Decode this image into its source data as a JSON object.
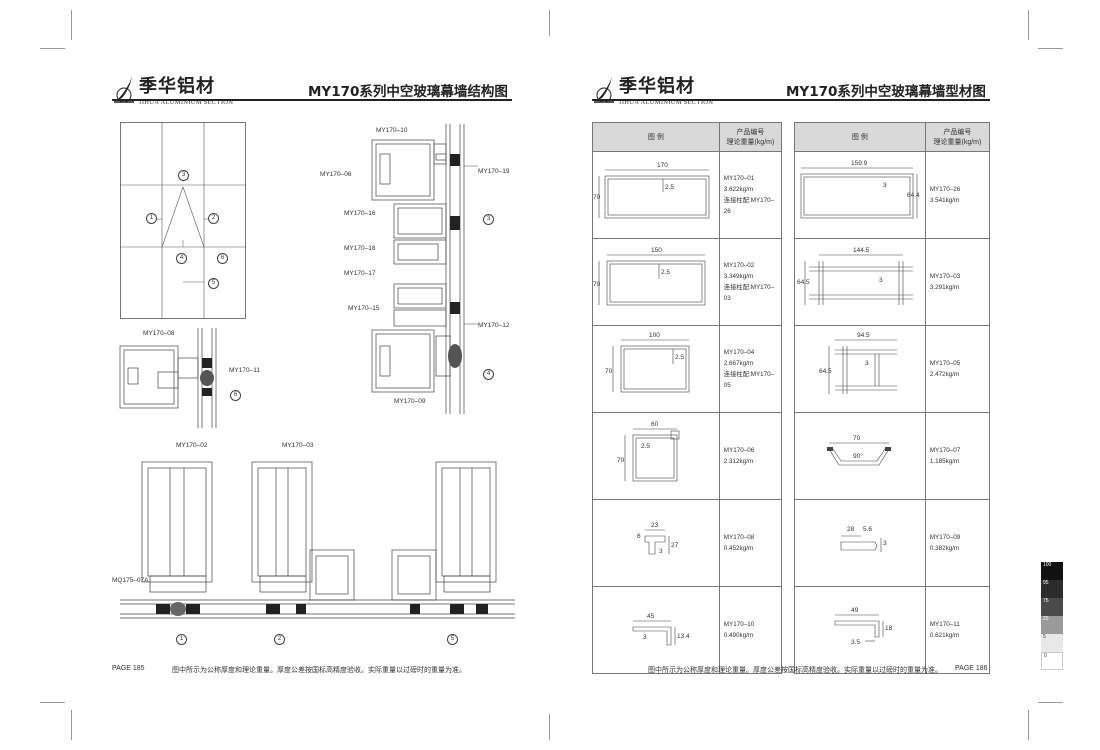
{
  "left": {
    "brand": {
      "name": "季华铝材",
      "sub": "JIHUA ALUMINIUM SECTION"
    },
    "title": "MY170系列中空玻璃幕墙结构图",
    "callouts": {
      "c1": "1",
      "c2": "2",
      "c3": "3",
      "c4": "4",
      "c5": "5",
      "c6": "6",
      "d3": "3",
      "d4": "4",
      "d6": "6",
      "b1": "1",
      "b2": "2",
      "b5": "5"
    },
    "labels": {
      "my170_10": "MY170–10",
      "my170_06": "MY170–06",
      "my170_19": "MY170–19",
      "my170_16": "MY170–16",
      "my170_18": "MY170–18",
      "my170_17": "MY170–17",
      "my170_15": "MY170–15",
      "my170_12": "MY170–12",
      "my170_09": "MY170–09",
      "my170_08": "MY170–08",
      "my170_11": "MY170–11",
      "my170_02": "MY170–02",
      "my170_03": "MY170–03",
      "mq175_07a": "MQ175–07A"
    },
    "page": "PAGE 185",
    "note": "图中所示为公称厚度和理论重量。厚度公差按国标高精度验收。实际重量以过磅时的重量为准。"
  },
  "right": {
    "brand": {
      "name": "季华铝材",
      "sub": "JIHUA ALUMINIUM SECTION"
    },
    "title": "MY170系列中空玻璃幕墙型材图",
    "headers": {
      "legend": "图  例",
      "code": "产品编号",
      "weight": "理论重量(kg/m)"
    },
    "rows_left": [
      {
        "code": "MY170–01",
        "weight": "3.622kg/m",
        "conn": "连接柱配:MY170–26",
        "dims": [
          "170",
          "70",
          "2.5"
        ]
      },
      {
        "code": "MY170–02",
        "weight": "3.349kg/m",
        "conn": "连接柱配:MY170–03",
        "dims": [
          "150",
          "70",
          "2.5"
        ]
      },
      {
        "code": "MY170–04",
        "weight": "2.667kg/m",
        "conn": "连接柱配:MY170–05",
        "dims": [
          "100",
          "70",
          "2.5"
        ]
      },
      {
        "code": "MY170–06",
        "weight": "2.312kg/m",
        "conn": "",
        "dims": [
          "60",
          "70",
          "2.5"
        ]
      },
      {
        "code": "MY170–08",
        "weight": "0.452kg/m",
        "conn": "",
        "dims": [
          "23",
          "6",
          "27",
          "3"
        ]
      },
      {
        "code": "MY170–10",
        "weight": "0.490kg/m",
        "conn": "",
        "dims": [
          "45",
          "3",
          "13.4"
        ]
      }
    ],
    "rows_right": [
      {
        "code": "MY170–26",
        "weight": "3.541kg/m",
        "dims": [
          "159.9",
          "64.4",
          "3"
        ]
      },
      {
        "code": "MY170–03",
        "weight": "3.291kg/m",
        "dims": [
          "144.5",
          "64.5",
          "3"
        ]
      },
      {
        "code": "MY170–05",
        "weight": "2.472kg/m",
        "dims": [
          "94.5",
          "64.5",
          "3"
        ]
      },
      {
        "code": "MY170–07",
        "weight": "1.185kg/m",
        "dims": [
          "70",
          "90°"
        ]
      },
      {
        "code": "MY170–09",
        "weight": "0.382kg/m",
        "dims": [
          "28",
          "5.6",
          "3"
        ]
      },
      {
        "code": "MY170–11",
        "weight": "0.621kg/m",
        "dims": [
          "49",
          "18",
          "3.5"
        ]
      }
    ],
    "page": "PAGE 186",
    "note": "图中所示为公称厚度和理论重量。厚度公差按国标高精度验收。实际重量以过磅时的重量为准。"
  },
  "color_bar": [
    "100",
    "95",
    "75",
    "25",
    "5",
    "0"
  ]
}
